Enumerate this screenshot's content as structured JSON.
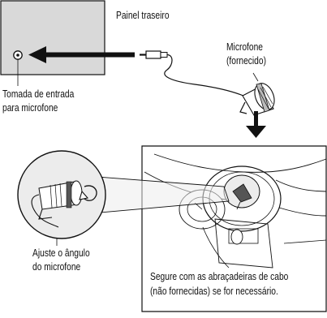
{
  "labels": {
    "rear_panel": "Painel traseiro",
    "microphone_line1": "Microfone",
    "microphone_line2": "(fornecido)",
    "input_jack_line1": "Tomada de entrada",
    "input_jack_line2": "para microfone",
    "adjust_line1": "Ajuste o ângulo",
    "adjust_line2": "do microfone",
    "secure_line1": "Segure com as abraçadeiras de cabo",
    "secure_line2": "(não fornecidas) se for necessário."
  },
  "colors": {
    "panel_fill": "#d9d9d9",
    "line": "#111111",
    "highlight": "#ececec"
  }
}
